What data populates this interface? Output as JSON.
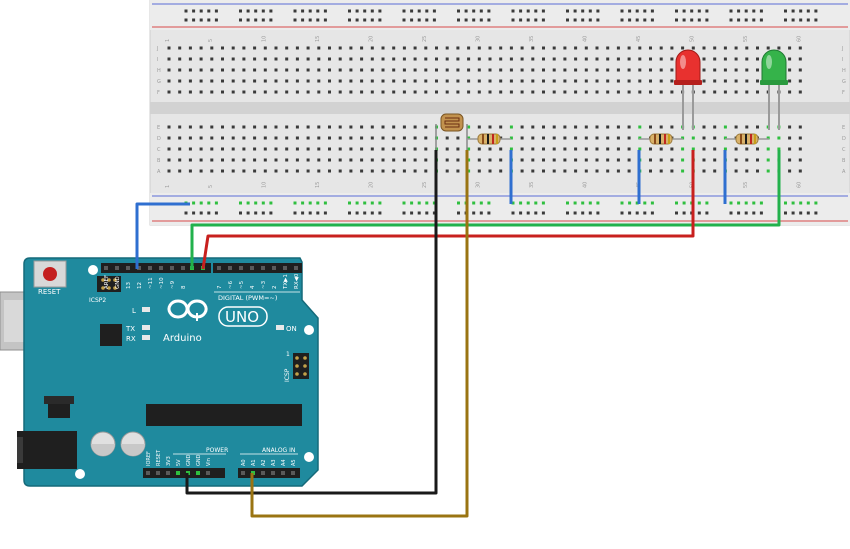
{
  "breadboard": {
    "column_numbers": [
      "1",
      "5",
      "10",
      "15",
      "20",
      "25",
      "30",
      "35",
      "40",
      "45",
      "50",
      "55",
      "60"
    ],
    "row_letters_top": [
      "J",
      "I",
      "H",
      "G",
      "F"
    ],
    "row_letters_bottom": [
      "E",
      "D",
      "C",
      "B",
      "A"
    ]
  },
  "arduino": {
    "reset_label": "RESET",
    "icsp2_label": "ICSP2",
    "digital_label": "DIGITAL (PWM=~)",
    "digital_pins": [
      "AREF",
      "GND",
      "13",
      "12",
      "~11",
      "~10",
      "~9",
      "8",
      "7",
      "~6",
      "~5",
      "4",
      "~3",
      "2",
      "TX▶1",
      "RX◀0"
    ],
    "l_label": "L",
    "tx_label": "TX",
    "rx_label": "RX",
    "logo_text": "UNO",
    "brand_text": "Arduino",
    "on_label": "ON",
    "icsp_label": "ICSP",
    "icsp_pin1": "1",
    "power_label": "POWER",
    "power_pins": [
      "IOREF",
      "RESET",
      "3V3",
      "5V",
      "GND",
      "GND",
      "Vin"
    ],
    "analog_label": "ANALOG IN",
    "analog_pins": [
      "A0",
      "A1",
      "A2",
      "A3",
      "A4",
      "A5"
    ]
  },
  "components": {
    "led_red_color": "#e8312f",
    "led_green_color": "#35b34a",
    "board_color": "#1f8a9e"
  },
  "wires": {
    "blue": "#2f6fd0",
    "green": "#22b14c",
    "red": "#c8201e",
    "black": "#1a1a1a",
    "brown": "#9a7412"
  }
}
